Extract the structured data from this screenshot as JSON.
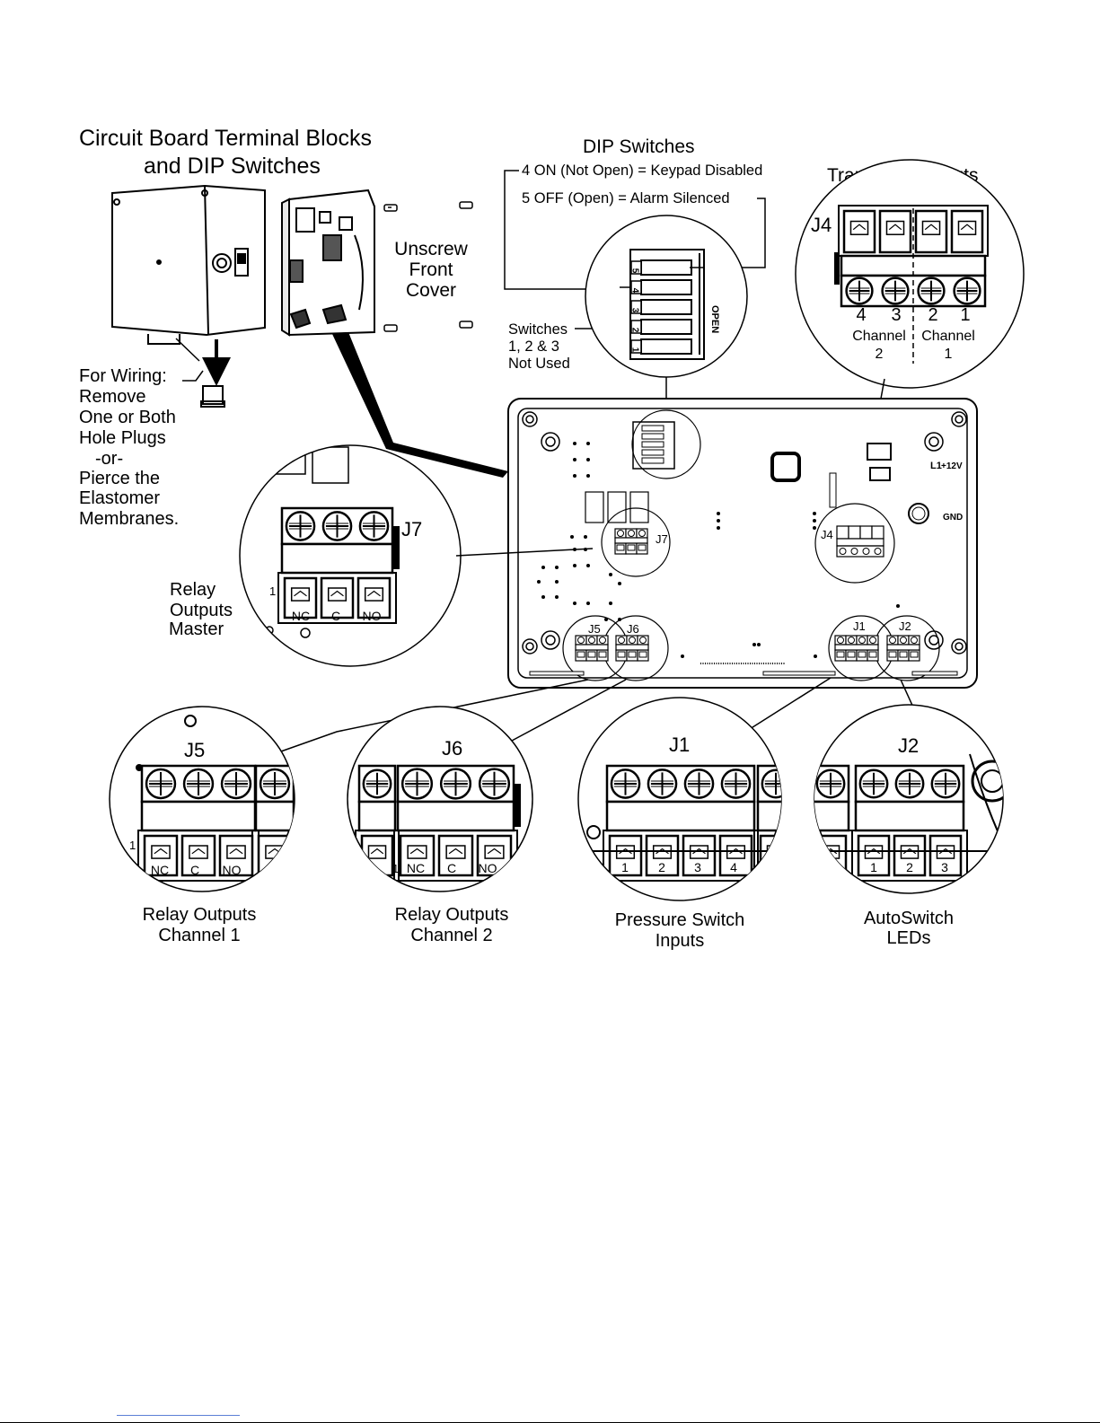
{
  "title": {
    "line1": "Circuit Board Terminal Blocks",
    "line2": "and DIP Switches"
  },
  "wiring_note": [
    "For Wiring:",
    "Remove",
    "One or Both",
    "Hole Plugs",
    "-or-",
    "Pierce the",
    "Elastomer",
    "Membranes."
  ],
  "unscrew": [
    "Unscrew",
    "Front",
    "Cover"
  ],
  "dip": {
    "title": "DIP Switches",
    "line4": "4 ON (Not Open) = Keypad Disabled",
    "line5": "5 OFF (Open) = Alarm Silenced",
    "unused": [
      "Switches",
      "1, 2 & 3",
      "Not Used"
    ],
    "numbers": [
      "5",
      "4",
      "3",
      "2",
      "1"
    ],
    "open_label": "OPEN"
  },
  "transducer": {
    "title": "Transducer Inputs",
    "id": "J4",
    "pins": [
      "4",
      "3",
      "2",
      "1"
    ],
    "ch2": [
      "Channel",
      "2"
    ],
    "ch1": [
      "Channel",
      "1"
    ]
  },
  "j7": {
    "id": "J7",
    "pin1": "1",
    "pins": [
      "NC",
      "C",
      "NO"
    ],
    "caption": [
      "Relay",
      "Outputs",
      "Master"
    ]
  },
  "j5": {
    "id": "J5",
    "pin1": "1",
    "pins": [
      "NC",
      "C",
      "NO"
    ],
    "caption": [
      "Relay Outputs",
      "Channel 1"
    ]
  },
  "j6": {
    "id": "J6",
    "pin1": "1",
    "pins": [
      "NC",
      "C",
      "NO"
    ],
    "caption": [
      "Relay Outputs",
      "Channel 2"
    ]
  },
  "j1": {
    "id": "J1",
    "pins": [
      "1",
      "2",
      "3",
      "4"
    ],
    "caption": [
      "Pressure Switch",
      "Inputs"
    ]
  },
  "j2": {
    "id": "J2",
    "pins": [
      "1",
      "2",
      "3"
    ],
    "caption": [
      "AutoSwitch",
      "LEDs"
    ]
  },
  "board": {
    "labels": {
      "j4": "J4",
      "j7": "J7",
      "j5": "J5",
      "j6": "J6",
      "j1": "J1",
      "j2": "J2"
    },
    "l1": "L1",
    "v12": "+12V",
    "gnd": "GND"
  }
}
